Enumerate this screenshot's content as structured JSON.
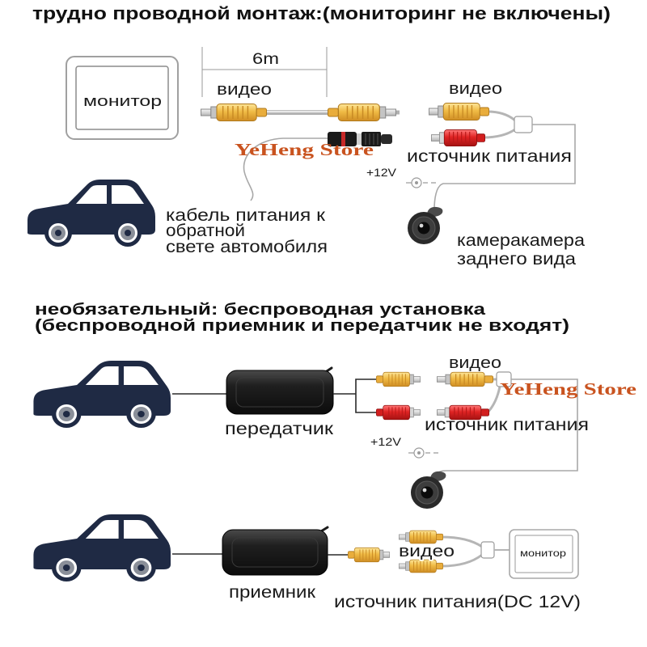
{
  "section1": {
    "title": "трудно проводной монтаж:(мониторинг не включены)",
    "monitor_label": "монитор",
    "cable_length": "6m",
    "video_label_left": "видео",
    "video_label_right": "видео",
    "power_label": "источник питания",
    "voltage_label": "+12V",
    "car_cable_text": [
      "кабель питания к",
      "обратной",
      "свете автомобиля"
    ],
    "camera_text": [
      "камеракамера",
      "заднего вида"
    ]
  },
  "section2": {
    "title": [
      "необязательный: беспроводная установка",
      "(беспроводной приемник и передатчик не входят)"
    ],
    "video_label": "видео",
    "power_label": "источник питания",
    "voltage_label": "+12V",
    "transmitter_label": "передатчик"
  },
  "section3": {
    "receiver_label": "приемник",
    "video_label": "видео",
    "power_label": "источник питания(DC 12V)",
    "monitor_label": "монитор"
  },
  "watermark": "YeHeng Store",
  "icons": [
    "monitor-icon",
    "car-icon",
    "rca-connector-icon",
    "power-connector-icon",
    "rear-camera-icon",
    "wireless-module-icon",
    "power-plug-icon",
    "junction-box-icon"
  ],
  "colors": {
    "car_body": "#1f2a44",
    "watermark": "#c9531f",
    "rca_yellow": "#f0bb45",
    "rca_red": "#e02424",
    "module_black": "#1c1c1c",
    "cable_gray": "#a8a8a8"
  }
}
